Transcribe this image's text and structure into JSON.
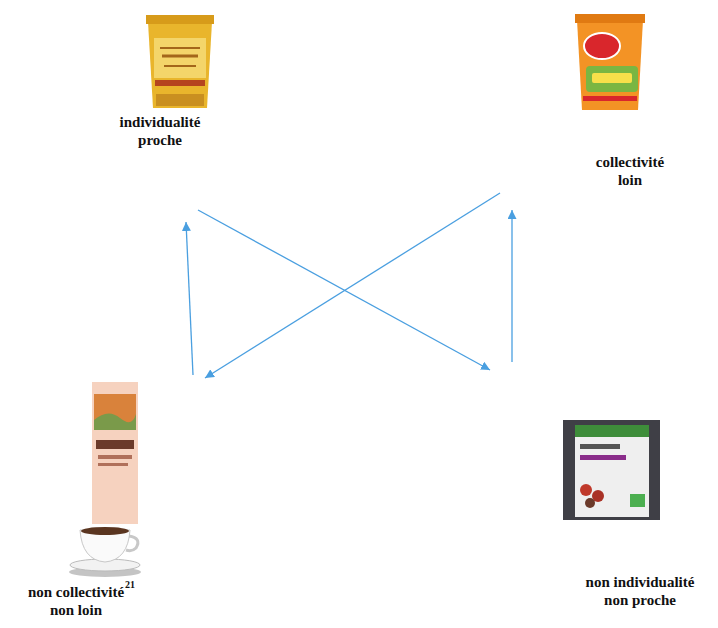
{
  "diagram": {
    "nodes": [
      {
        "text": [
          "individualité proche"
        ]
      },
      {
        "text": [
          "collectivité loin"
        ]
      },
      {
        "text": [
          "non collectivité",
          "non loin"
        ]
      },
      {
        "text": [
          "non individualité",
          "non proche"
        ]
      }
    ],
    "edges": [
      {
        "from": 0,
        "to": 3,
        "arrow": "to"
      },
      {
        "from": 1,
        "to": 2,
        "arrow": "to"
      },
      {
        "from": 2,
        "to": 0,
        "arrow": "to"
      },
      {
        "from": 3,
        "to": 1,
        "arrow": "to"
      }
    ],
    "labels": [
      "21"
    ]
  }
}
